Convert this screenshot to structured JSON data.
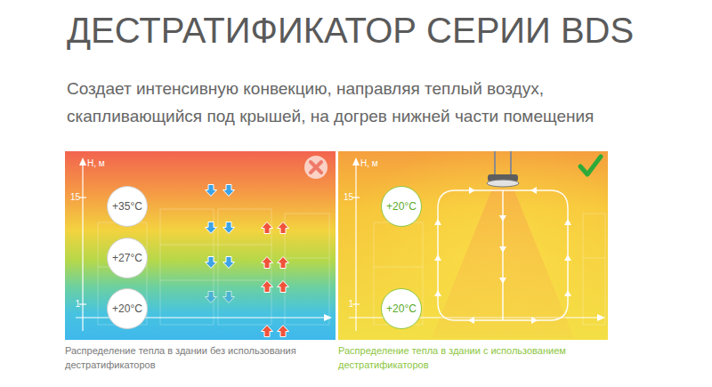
{
  "diagram": {
    "title": "ДЕСТРАТИФИКАТОР СЕРИИ BDS",
    "nodes": [
      {
        "text": [
          "Распределение тепла в здании без использования дестратификаторов"
        ]
      },
      {
        "text": [
          "+35°C"
        ],
        "in": 0
      },
      {
        "text": [
          "+27°C"
        ],
        "in": 0
      },
      {
        "text": [
          "+20°C"
        ],
        "in": 0
      },
      {
        "text": [
          "Распределение тепла в здании с использованием дестратификаторов"
        ]
      },
      {
        "text": [
          "+20°C"
        ],
        "in": 4
      },
      {
        "text": [
          "+20°C"
        ],
        "in": 4
      }
    ],
    "labels": [
      "Создает интенсивную конвекцию, направляя теплый воздух, скапливающийся под крышей, на догрев нижней части помещения",
      "H, м",
      "15",
      "1",
      "H, м",
      "15",
      "1"
    ]
  }
}
